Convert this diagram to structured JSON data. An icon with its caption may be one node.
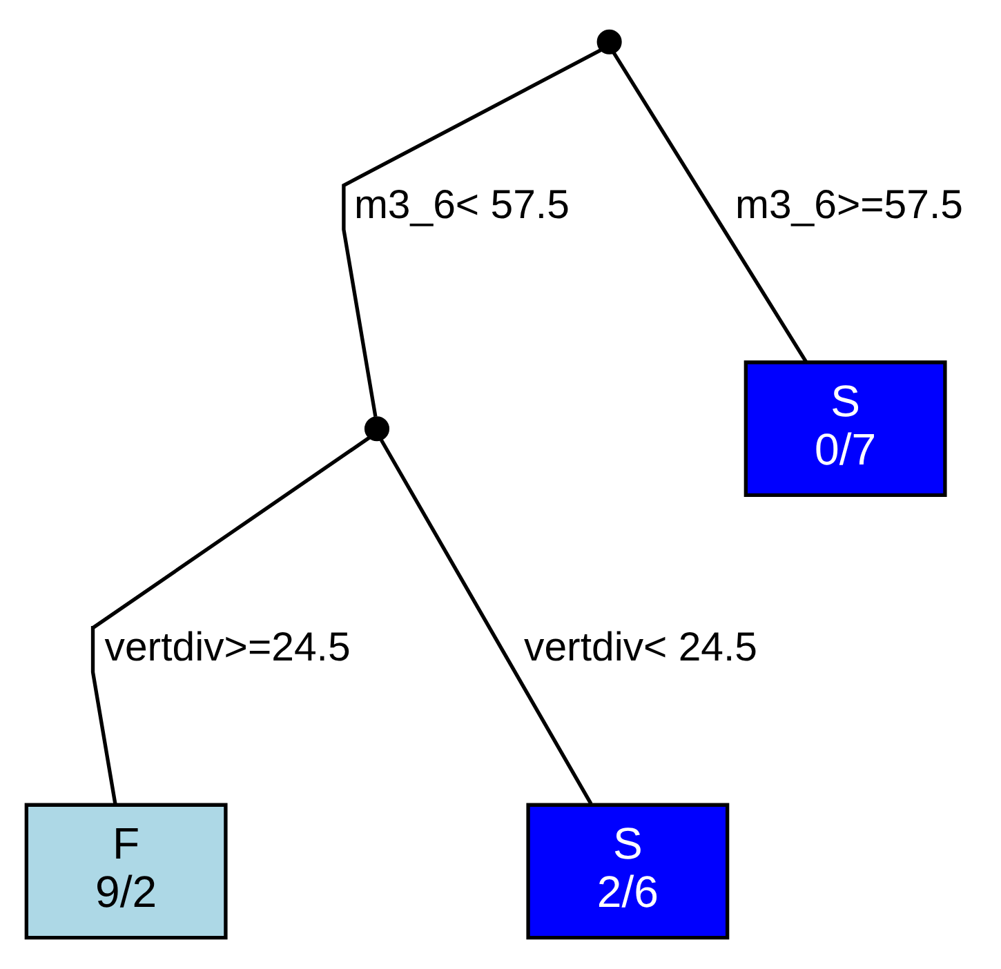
{
  "diagram": {
    "nodes": [
      {
        "text": [],
        "shape": "point"
      },
      {
        "text": [],
        "shape": "point"
      },
      {
        "text": [
          "F",
          "9/2"
        ]
      },
      {
        "text": [
          "S",
          "2/6"
        ]
      },
      {
        "text": [
          "S",
          "0/7"
        ]
      }
    ],
    "edges": [
      {
        "from": 0,
        "to": 1,
        "arrow": "none",
        "label": "m3_6< 57.5"
      },
      {
        "from": 0,
        "to": 4,
        "arrow": "none",
        "label": "m3_6>=57.5"
      },
      {
        "from": 1,
        "to": 2,
        "arrow": "none",
        "label": "vertdiv>=24.5"
      },
      {
        "from": 1,
        "to": 3,
        "arrow": "none",
        "label": "vertdiv< 24.5"
      }
    ]
  }
}
